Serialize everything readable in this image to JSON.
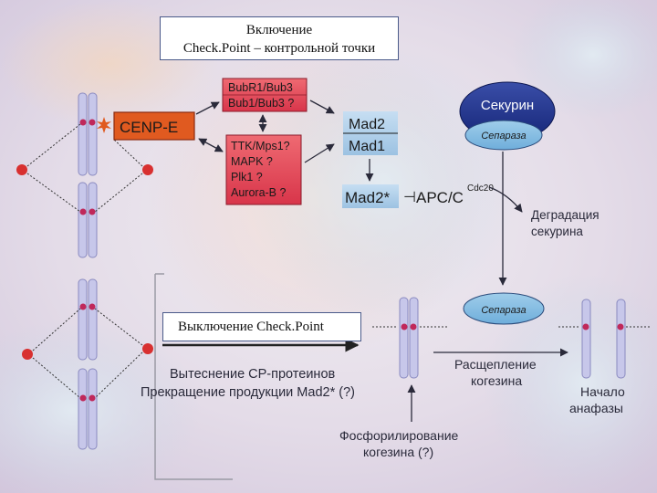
{
  "title": {
    "line1": "Включение",
    "line2": "Check.Point – контрольной точки"
  },
  "off_label": "Выключение Check.Point",
  "boxes": {
    "cenp_e": "CENP-E",
    "bub_line1": "BubR1/Bub3",
    "bub_line2": "Bub1/Bub3 ?",
    "kinase_lines": [
      "TTK/Mps1?",
      "MAPK ?",
      "Plk1 ?",
      "Aurora-B ?"
    ],
    "mad2": "Mad2",
    "mad1": "Mad1",
    "mad2_star": "Mad2*",
    "inhibit_symbol": "⊣",
    "apc": "APC/C",
    "cdc20": "Cdc20",
    "securin": "Секурин",
    "separase": "Сепараза",
    "separase_free": "Сепараза"
  },
  "labels": {
    "degradation_line1": "Деградация",
    "degradation_line2": "секурина",
    "cleavage_line1": "Расщепление",
    "cleavage_line2": "когезина",
    "anaphase_line1": "Начало",
    "anaphase_line2": "анафазы",
    "displacement_line1": "Вытеснение CP-протеинов",
    "displacement_line2": "Прекращение продукции Mad2* (?)",
    "phospho_line1": "Фосфорилирование",
    "phospho_line2": "когезина (?)"
  },
  "colors": {
    "red_box": "#e04455",
    "red_box_dark": "#b8283a",
    "cenp_orange": "#e05a20",
    "mad_blue": "#a8cce8",
    "navy": "#1d2f86",
    "chromosome": "#c7c7ea",
    "dot_red": "#d83030",
    "text": "#2a2a3a"
  }
}
